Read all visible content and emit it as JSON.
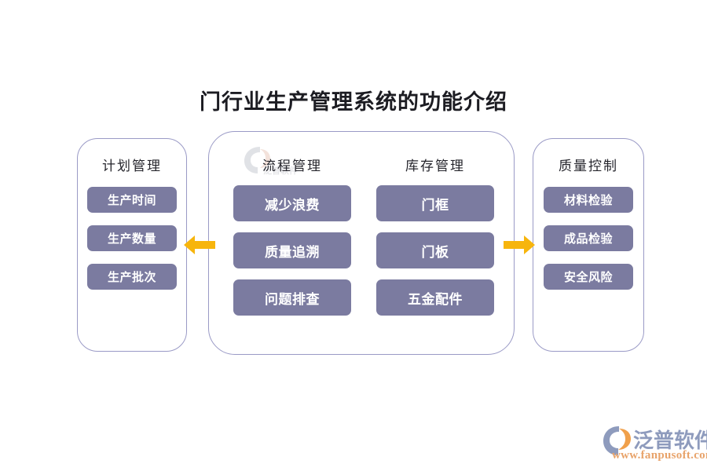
{
  "title": "门行业生产管理系统的功能介绍",
  "colors": {
    "pill_bg": "#7b7ba0",
    "pill_text": "#ffffff",
    "panel_border": "#9a9ac6",
    "arrow": "#f7b50d",
    "heading_text": "#25252c",
    "brand_text": "#8e9bbd",
    "brand_url": "#e8a36a",
    "background": "#ffffff"
  },
  "panels": {
    "plan": {
      "heading": "计划管理",
      "items": [
        "生产时间",
        "生产数量",
        "生产批次"
      ]
    },
    "process": {
      "heading": "流程管理",
      "items": [
        "减少浪费",
        "质量追溯",
        "问题排查"
      ]
    },
    "inventory": {
      "heading": "库存管理",
      "items": [
        "门框",
        "门板",
        "五金配件"
      ]
    },
    "quality": {
      "heading": "质量控制",
      "items": [
        "材料检验",
        "成品检验",
        "安全风险"
      ]
    }
  },
  "arrows": {
    "left": "arrow-left-icon",
    "right": "arrow-right-icon"
  },
  "watermark": {
    "icon": "fanpu-watermark-icon"
  },
  "brand": {
    "logo_icon": "fanpu-logo-icon",
    "name": "泛普软件",
    "url": "www.fanpusoft.com"
  }
}
